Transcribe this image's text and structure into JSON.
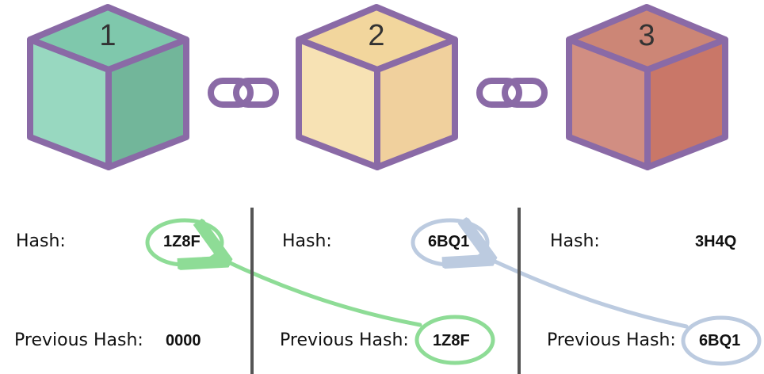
{
  "colors": {
    "outline": "#8a6aa6",
    "cube1": {
      "top": "#7fc8ac",
      "left": "#98d8c0",
      "right": "#72b69a"
    },
    "cube2": {
      "top": "#f2d69d",
      "left": "#f7e2b4",
      "right": "#f0d09d"
    },
    "cube3": {
      "top": "#cc8676",
      "left": "#d18e82",
      "right": "#c97768"
    },
    "green_arrow": "#8edc96",
    "blue_arrow": "#bccbe0"
  },
  "icons": {
    "chain1": "chain-link-icon",
    "chain2": "chain-link-icon"
  },
  "blocks": [
    {
      "number": "1",
      "hash_label": "Hash:",
      "hash": "1Z8F",
      "prev_label": "Previous Hash:",
      "prev_hash": "0000"
    },
    {
      "number": "2",
      "hash_label": "Hash:",
      "hash": "6BQ1",
      "prev_label": "Previous Hash:",
      "prev_hash": "1Z8F"
    },
    {
      "number": "3",
      "hash_label": "Hash:",
      "hash": "3H4Q",
      "prev_label": "Previous Hash:",
      "prev_hash": "6BQ1"
    }
  ]
}
